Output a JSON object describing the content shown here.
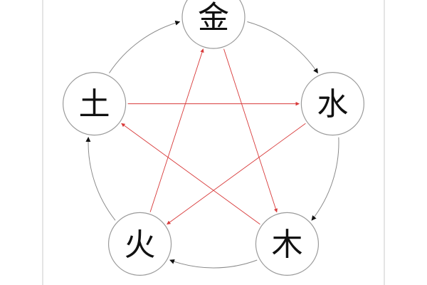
{
  "diagram": {
    "nodes": [
      {
        "id": "metal",
        "label": "金"
      },
      {
        "id": "water",
        "label": "水"
      },
      {
        "id": "wood",
        "label": "木"
      },
      {
        "id": "fire",
        "label": "火"
      },
      {
        "id": "earth",
        "label": "土"
      }
    ],
    "generating_cycle": [
      {
        "from": "metal",
        "to": "water"
      },
      {
        "from": "water",
        "to": "wood"
      },
      {
        "from": "wood",
        "to": "fire"
      },
      {
        "from": "fire",
        "to": "earth"
      },
      {
        "from": "earth",
        "to": "metal"
      }
    ],
    "overcoming_cycle": [
      {
        "from": "metal",
        "to": "wood"
      },
      {
        "from": "wood",
        "to": "earth"
      },
      {
        "from": "earth",
        "to": "water"
      },
      {
        "from": "water",
        "to": "fire"
      },
      {
        "from": "fire",
        "to": "metal"
      }
    ],
    "colors": {
      "background": "#ffffff",
      "frame": "#c8c8c8",
      "node_fill": "#ffffff",
      "node_stroke": "#9a9a9a",
      "outer_cycle": "#8a8a8a",
      "outer_arrow": "#111111",
      "inner_cycle": "#d83a3a"
    }
  }
}
